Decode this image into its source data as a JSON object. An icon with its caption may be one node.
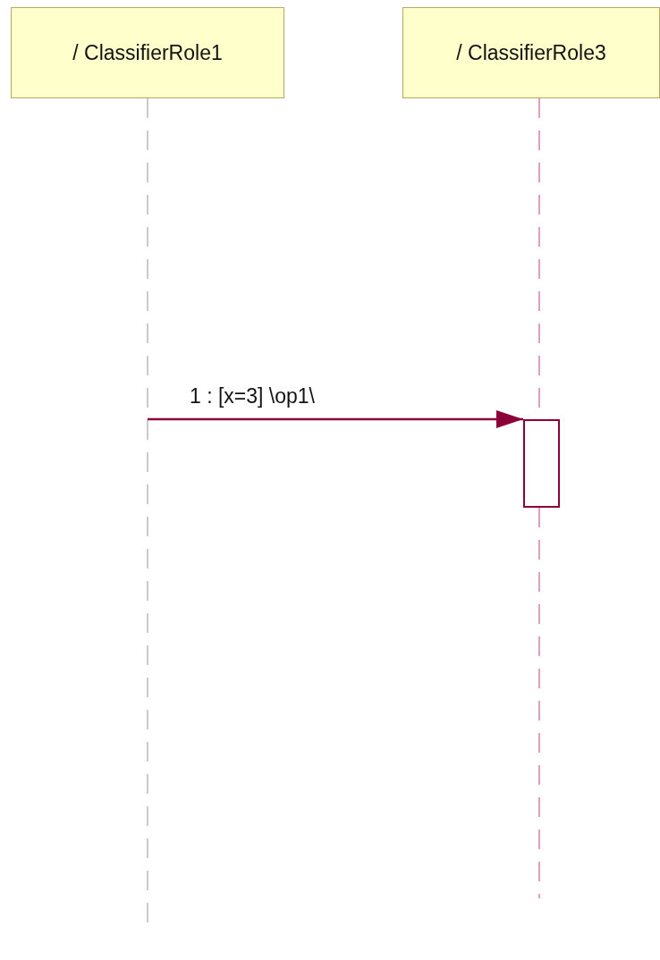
{
  "diagram": {
    "nodes": [
      {
        "text": [
          "/ ClassifierRole1"
        ]
      },
      {
        "text": [
          "/ ClassifierRole3"
        ]
      },
      {
        "text": [],
        "shape": "bar"
      }
    ],
    "edges": [
      {
        "from": 0,
        "to": null,
        "arrow": "none",
        "style": "dashed",
        "color": "#a8a8a8"
      },
      {
        "from": 1,
        "to": 2,
        "arrow": "none",
        "style": "dashed",
        "color": "#c8609a"
      },
      {
        "from": 2,
        "to": null,
        "arrow": "none",
        "style": "dashed",
        "color": "#c8609a"
      },
      {
        "from": null,
        "to": 2,
        "arrow": "to",
        "label": "1 : [x=3] \\op1\\",
        "color": "#8b0038"
      }
    ]
  }
}
